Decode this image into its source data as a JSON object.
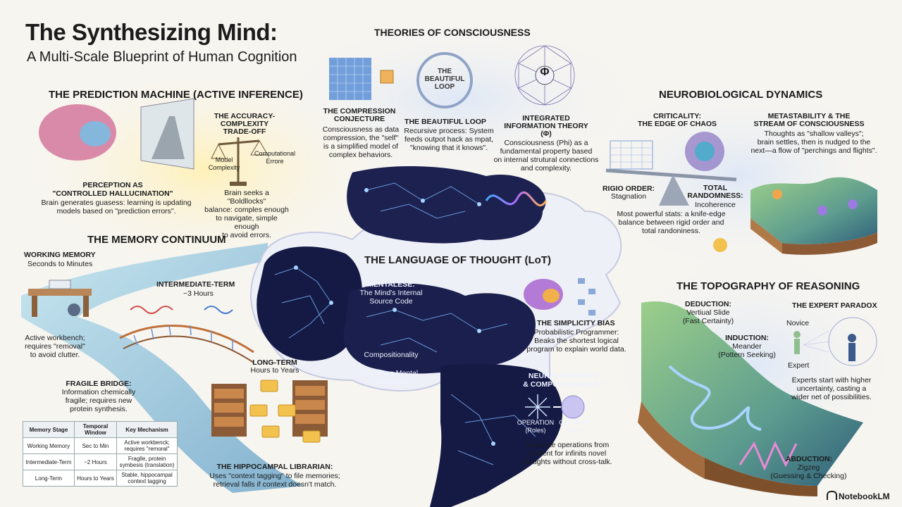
{
  "header": {
    "title": "The Synthesizing Mind:",
    "subtitle": "A Multi-Scale Blueprint of Human Cognition"
  },
  "consciousness": {
    "title": "THEORIES OF CONSCIOUSNESS",
    "compression": {
      "title": "THE COMPRESSION\nCONJECTURE",
      "body": "Consciousness as data\ncompression, the \"self\"\nis a simplified model of\ncomplex behaviors."
    },
    "loop": {
      "ring_label": "THE\nBEAUTIFUL\nLOOP",
      "title": "THE BEAUTIFUL LOOP",
      "body": "Recursive process: System\nfeeds outpot hack as mpat,\n\"knowing that it knows\"."
    },
    "iit": {
      "symbol": "Φ",
      "title": "INTEGRATED\nINFORMATION THEORY\n(Φ)",
      "body": "Consciousness (Phi) as a\nfundamental property based\non internal strutural connections\nand complexity."
    }
  },
  "prediction": {
    "title": "THE PREDICTION MACHINE (ACTIVE INFERENCE)",
    "tradeoff_title": "THE ACCURACY-COMPLEXITY\nTRADE-OFF",
    "model_complexity": "Model\nComplexity",
    "computational_errors": "Computational\nErrore",
    "perception_title": "PERCEPTION AS\n\"CONTROLLED HALLUCINATION\"",
    "perception_body": "Brain generates guasess: learning is updating\nmodels based on \"prediction errors\".",
    "balance_body": "Brain seeks a \"Boldllocks\"\nbalance: comples enough\nto navigate, simple enough\nto avoid errors."
  },
  "memory": {
    "title": "THE MEMORY CONTINUUM",
    "working_title": "WORKING MEMORY",
    "working_time": "Seconds to Minutes",
    "working_body": "Active workbench;\nrequires \"removal\"\nto avoid clutter.",
    "intermediate_title": "INTERMEDIATE-TERM",
    "intermediate_time": "~3 Hours",
    "bridge_title": "FRAGILE BRIDGE:",
    "bridge_body": "Information chemically\nfragile; requires new\nprotein synthesis.",
    "longterm_title": "LONG-TERM",
    "longterm_time": "Hours to Years",
    "librarian_title": "THE HIPPOCAMPAL LIBRARIAN:",
    "librarian_body": "Uses \"context tagging\" to file memories;\nretrieval falls if context doesn't match.",
    "table": {
      "headers": [
        "Memory Stage",
        "Temporal\nWindow",
        "Key Mechanism"
      ],
      "rows": [
        [
          "Working Memory",
          "Sec to Min",
          "Active workbenck;\nrequires \"remoral\""
        ],
        [
          "Intermediate-Term",
          "~2 Hours",
          "Fraglle, protein\nsymbesis (translation)"
        ],
        [
          "Long-Term",
          "Hours to Years",
          "Stable, hippocampal\ncontext tagging"
        ]
      ]
    }
  },
  "language": {
    "title": "THE LANGUAGE OF THOUGHT (LoT)",
    "mentalese_title": "MENTALESE:",
    "mentalese_body": "The Mind's Internal\nSource Code",
    "compositionality": "Compositionality",
    "grammar": "Rigorous Mental\nGrammar",
    "simplicity_title": "THE SIMPLICITY BIAS",
    "simplicity_body": "Probabilistic Programmer:\nBeaks the shortest logical\nprogram to explain world data."
  },
  "pointers": {
    "title": "NEURAL POINTERS\n& COMPOSITIONALITY",
    "operation": "OPERATION\n(Roles)",
    "content": "CONTENT\n(Tillers)",
    "body": "Separate operations from\ncontent for infinits novel\nthoughts without cross-talk."
  },
  "neuro": {
    "title": "NEUROBIOLOGICAL DYNAMICS",
    "criticality_title": "CRITICALITY:\nTHE EDGE OF CHAOS",
    "rigid_title": "RIGIO ORDER:",
    "rigid_body": "Stagnation",
    "random_title": "TOTAL\nRANDOMNESS:",
    "random_body": "Incoherence",
    "edge_body": "Most powerful stats: a knife-edge\nbalance between rigid order and\ntotal randoniness.",
    "meta_title": "METASTABILITY & THE\nSTREAM OF CONSCIOUSNESS",
    "meta_body": "Thoughts as \"shallow valleys\";\nbrain settles, then is nudged to the\nnext—a flow of \"perchings and flights\"."
  },
  "reasoning": {
    "title": "THE TOPOGRAPHY OF REASONING",
    "deduction_title": "DEDUCTION:",
    "deduction_body": "Vertiual Slide\n(Fast Certainty)",
    "induction_title": "INDUCTION:",
    "induction_body": "Meander\n(Pottern Seeking)",
    "abduction_title": "ABDUCTION:",
    "abduction_body": "Zigzeg\n(Guessing & Checking)",
    "expert_title": "THE EXPERT PARADOX",
    "novice": "Novice",
    "expert": "Expert",
    "expert_body": "Experts start with higher\nuncertainty, casting a\nwider net of possibilities."
  },
  "branding": {
    "mark": "NotebookLM"
  }
}
